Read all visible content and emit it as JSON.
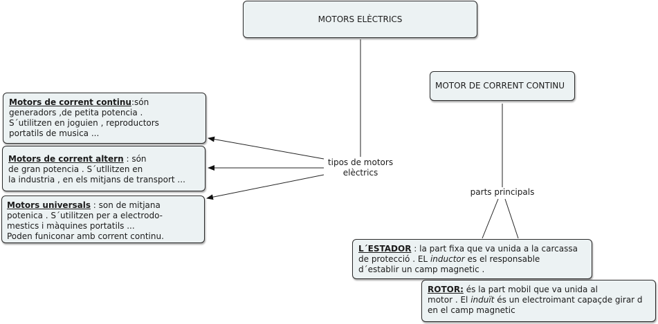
{
  "main_title": "MOTORS ELÈCTRICS",
  "dc_title": "MOTOR DE CORRENT CONTINU",
  "link_types": {
    "line1": "tipos de motors",
    "line2": "elèctrics"
  },
  "link_parts": "parts principals",
  "dc_box": {
    "term": "Motors de corrent continu",
    "l1": ":són",
    "l2": "generadors ,de petita potencia .",
    "l3": "S´utilitzen en joguien , reproductors",
    "l4": "portatils de musica ..."
  },
  "ac_box": {
    "term": "Motors de corrent altern",
    "l1": " : són",
    "l2": "de gran potencia . S´utllitzen en",
    "l3": "la industria , en els mitjans de transport ..."
  },
  "univ_box": {
    "term": "Motors universals",
    "l1": " : son de mitjana",
    "l2": "potenica . S´utilitzen per a electrodo-",
    "l3": "mestics i màquines portatils ...",
    "l4": "Poden funiconar amb corrent continu."
  },
  "stator_box": {
    "term": "L´ESTADOR",
    "l1": " : la part fixa que va unida a la carcassa",
    "l2a": "de protecció . EL ",
    "l2i": "inductor",
    "l2b": "  es el responsable",
    "l3": " d´establir un camp magnetic ."
  },
  "rotor_box": {
    "term": "ROTOR:",
    "l1": " és la part mobil que va unida al",
    "l2a": "motor . El ",
    "l2i": "induït",
    "l2b": "  és un electroimant capaçde girar d",
    "l3": "en el camp magnetic"
  }
}
